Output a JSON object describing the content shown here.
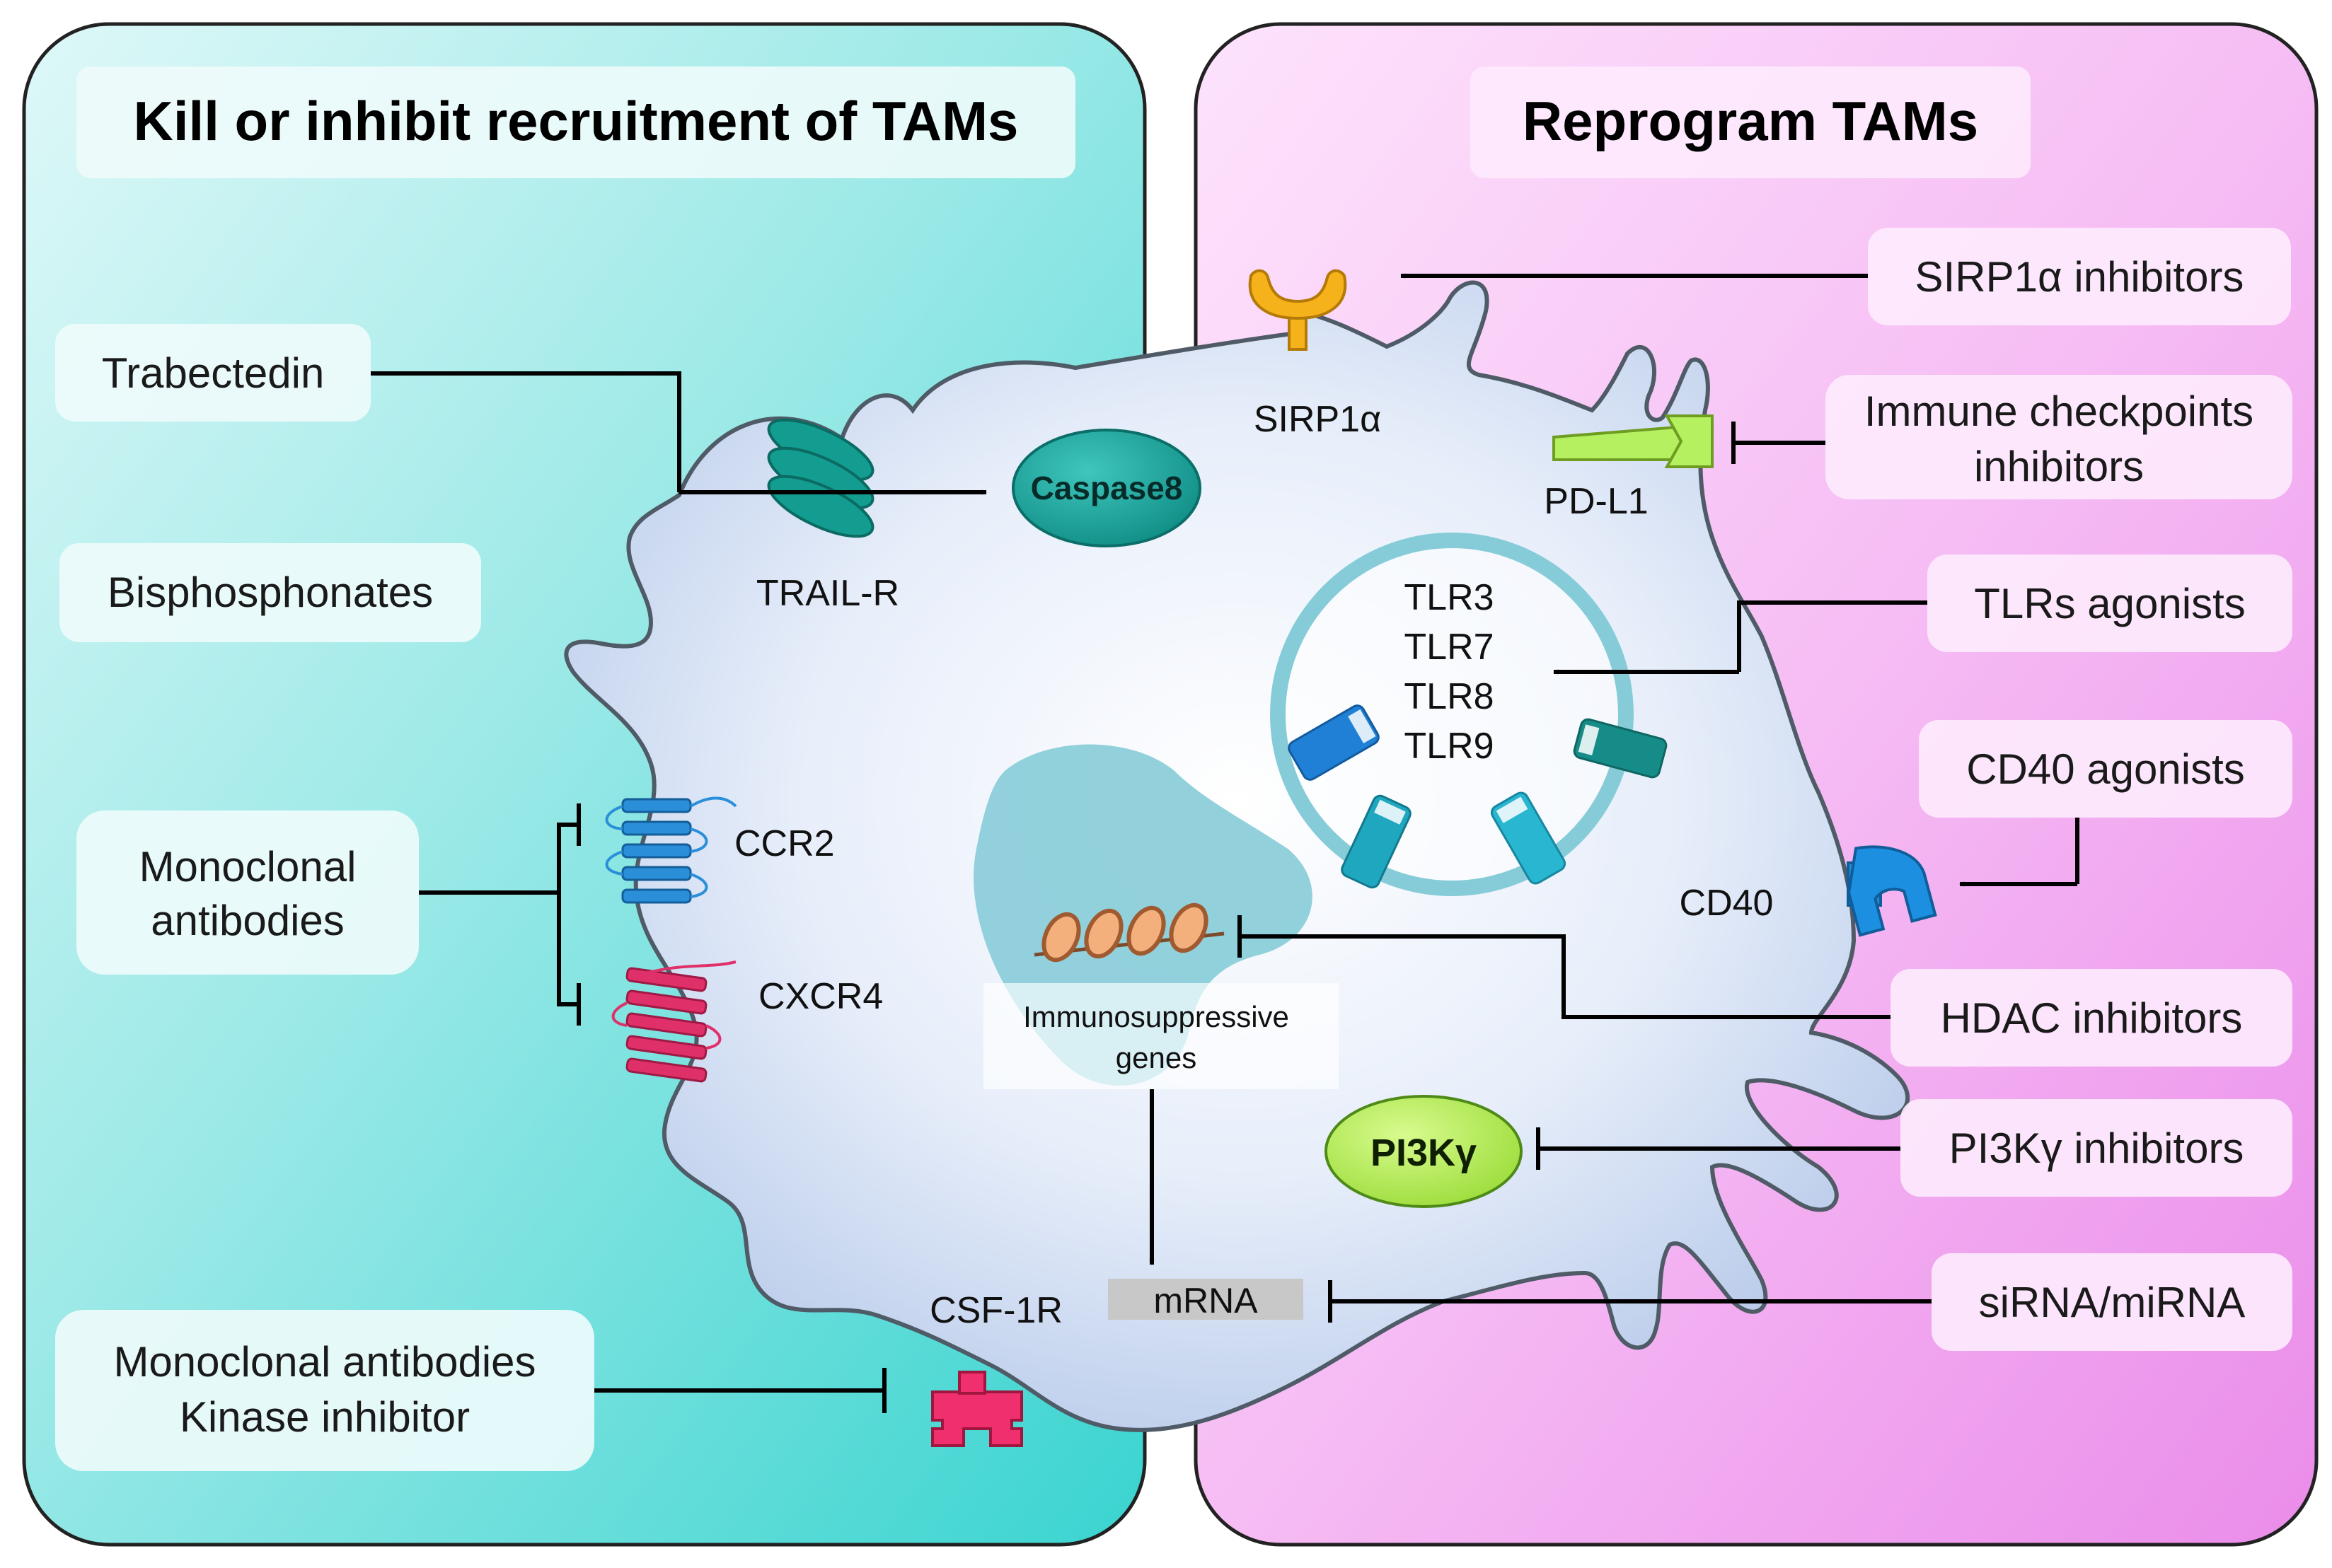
{
  "left_panel": {
    "title": "Kill or inhibit recruitment of TAMs",
    "color": "#44d7d3",
    "boxes": {
      "trabectedin": "Trabectedin",
      "bisphosphonates": "Bisphosphonates",
      "mab_line1": "Monoclonal",
      "mab_line2": "antibodies",
      "csf_line1": "Monoclonal  antibodies",
      "csf_line2": "Kinase inhibitor"
    }
  },
  "right_panel": {
    "title": "Reprogram TAMs",
    "color": "#ee95ee",
    "boxes": {
      "sirp_inhibitors": "SIRP1α inhibitors",
      "checkpoint_line1": "Immune checkpoints",
      "checkpoint_line2": "inhibitors",
      "tlr_agonists": "TLRs agonists",
      "cd40_agonists": "CD40 agonists",
      "hdac_inhibitors": "HDAC inhibitors",
      "pi3k_inhibitors": "PI3Kγ inhibitors",
      "sirna": "siRNA/miRNA"
    }
  },
  "cell": {
    "color": "#c9daf2",
    "labels": {
      "sirp1a": "SIRP1α",
      "pdl1": "PD-L1",
      "trail_r": "TRAIL-R",
      "caspase8": "Caspase8",
      "tlr3": "TLR3",
      "tlr7": "TLR7",
      "tlr8": "TLR8",
      "tlr9": "TLR9",
      "ccr2": "CCR2",
      "cxcr4": "CXCR4",
      "cd40": "CD40",
      "genes_line1": "Immunosuppressive",
      "genes_line2": "genes",
      "pi3k": "PI3Kγ",
      "mrna": "mRNA",
      "csf1r": "CSF-1R"
    }
  },
  "colors": {
    "caspase": "#1aa8a0",
    "pi3k": "#b7ee5a",
    "sirp_receptor": "#f6b21b",
    "pdl1_receptor": "#b4f060",
    "csf1r_receptor": "#ef2f6e",
    "cd40_receptor": "#1d8fe0",
    "ccr2_receptor": "#2a8fd8",
    "cxcr4_receptor": "#e0306a",
    "trail_receptor": "#139c90",
    "nucleus": "#86ccd8",
    "endosome_ring": "#86ccd8"
  }
}
